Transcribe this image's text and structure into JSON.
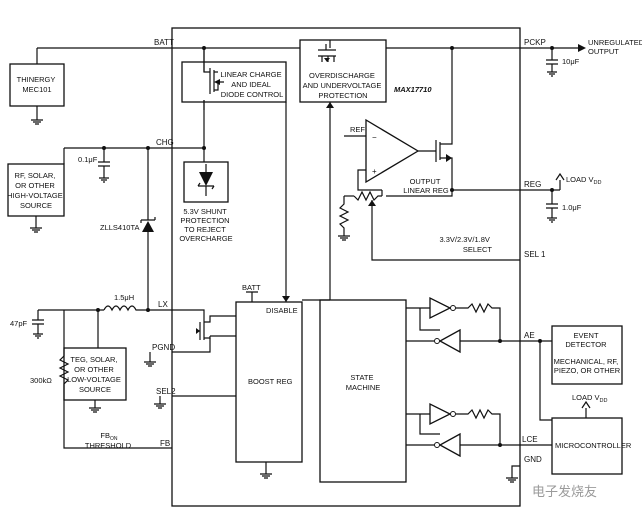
{
  "chip": {
    "part_number": "MAX17710",
    "pins": {
      "batt": "BATT",
      "pckp": "PCKP",
      "chg": "CHG",
      "reg": "REG",
      "sel1": "SEL 1",
      "lx": "LX",
      "pgnd": "PGND",
      "sel2": "SEL2",
      "fb": "FB",
      "ae": "AE",
      "lce": "LCE",
      "gnd": "GND"
    },
    "blocks": {
      "linear_charge": [
        "LINEAR CHARGE",
        "AND IDEAL",
        "DIODE CONTROL"
      ],
      "overdischarge": [
        "OVERDISCHARGE",
        "AND UNDERVOLTAGE",
        "PROTECTION"
      ],
      "shunt": [
        "5.3V SHUNT",
        "PROTECTION",
        "TO REJECT",
        "OVERCHARGE"
      ],
      "boost_reg": "BOOST REG",
      "state_machine": [
        "STATE",
        "MACHINE"
      ],
      "output_linear_reg": [
        "OUTPUT",
        "LINEAR REG"
      ],
      "ref": "REF",
      "batt_internal": "BATT",
      "disable": "DISABLE",
      "sel_voltages": [
        "3.3V/2.3V/1.8V",
        "SELECT"
      ]
    }
  },
  "external": {
    "thinergy": [
      "THINERGY",
      "MEC101"
    ],
    "rf_source": [
      "RF, SOLAR,",
      "OR OTHER",
      "HIGH-VOLTAGE",
      "SOURCE"
    ],
    "teg_source": [
      "TEG, SOLAR,",
      "OR OTHER",
      "LOW-VOLTAGE",
      "SOURCE"
    ],
    "event_detector": [
      "EVENT",
      "DETECTOR",
      "MECHANICAL, RF,",
      "PIEZO, OR OTHER"
    ],
    "microcontroller": "MICROCONTROLLER",
    "unregulated_output": [
      "UNREGULATED",
      "OUTPUT"
    ]
  },
  "components": {
    "c_pckp": "10μF",
    "c_chg": "0.1μF",
    "c_reg": "1.0μF",
    "c_lx": "47pF",
    "inductor": "1.5μH",
    "diode": "ZLLS410TA",
    "resistor": "300kΩ",
    "fb_threshold_main": "FB",
    "fb_threshold_sub": "ON",
    "fb_threshold_line2": "THRESHOLD",
    "load_main": "LOAD V",
    "load_sub": "DD",
    "load2_main": "LOAD V",
    "load2_sub": "DD"
  },
  "watermark": "电子发烧友"
}
